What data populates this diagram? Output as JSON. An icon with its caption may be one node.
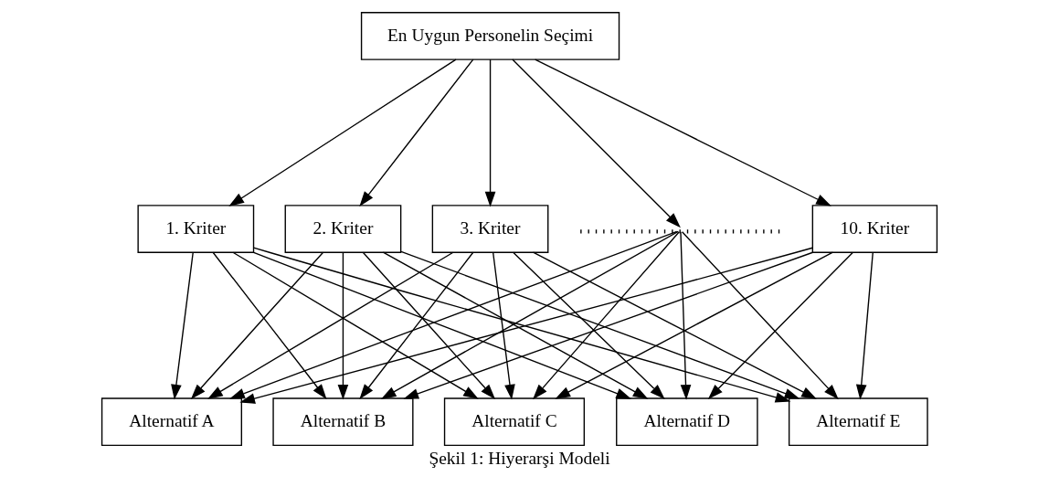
{
  "diagram": {
    "caption": "Şekil 1: Hiyerarşi Modeli",
    "nodes": [
      {
        "text": [
          "En Uygun Personelin Seçimi"
        ]
      },
      {
        "text": [
          "1. Kriter"
        ]
      },
      {
        "text": [
          "2. Kriter"
        ]
      },
      {
        "text": [
          "3. Kriter"
        ]
      },
      {
        "text": [],
        "shape": "line"
      },
      {
        "text": [
          "10. Kriter"
        ]
      },
      {
        "text": [
          "Alternatif A"
        ]
      },
      {
        "text": [
          "Alternatif B"
        ]
      },
      {
        "text": [
          "Alternatif C"
        ]
      },
      {
        "text": [
          "Alternatif D"
        ]
      },
      {
        "text": [
          "Alternatif E"
        ]
      }
    ],
    "edges": [
      {
        "from": 0,
        "to": 1,
        "arrow": "to"
      },
      {
        "from": 0,
        "to": 2,
        "arrow": "to"
      },
      {
        "from": 0,
        "to": 3,
        "arrow": "to"
      },
      {
        "from": 0,
        "to": 4,
        "arrow": "to"
      },
      {
        "from": 0,
        "to": 5,
        "arrow": "to"
      },
      {
        "from": 1,
        "to": 6,
        "arrow": "to"
      },
      {
        "from": 1,
        "to": 7,
        "arrow": "to"
      },
      {
        "from": 1,
        "to": 8,
        "arrow": "to"
      },
      {
        "from": 1,
        "to": 9,
        "arrow": "to"
      },
      {
        "from": 1,
        "to": 10,
        "arrow": "to"
      },
      {
        "from": 2,
        "to": 6,
        "arrow": "to"
      },
      {
        "from": 2,
        "to": 7,
        "arrow": "to"
      },
      {
        "from": 2,
        "to": 8,
        "arrow": "to"
      },
      {
        "from": 2,
        "to": 9,
        "arrow": "to"
      },
      {
        "from": 2,
        "to": 10,
        "arrow": "to"
      },
      {
        "from": 3,
        "to": 6,
        "arrow": "to"
      },
      {
        "from": 3,
        "to": 7,
        "arrow": "to"
      },
      {
        "from": 3,
        "to": 8,
        "arrow": "to"
      },
      {
        "from": 3,
        "to": 9,
        "arrow": "to"
      },
      {
        "from": 3,
        "to": 10,
        "arrow": "to"
      },
      {
        "from": 4,
        "to": 6,
        "arrow": "to"
      },
      {
        "from": 4,
        "to": 7,
        "arrow": "to"
      },
      {
        "from": 4,
        "to": 8,
        "arrow": "to"
      },
      {
        "from": 4,
        "to": 9,
        "arrow": "to"
      },
      {
        "from": 4,
        "to": 10,
        "arrow": "to"
      },
      {
        "from": 5,
        "to": 6,
        "arrow": "to"
      },
      {
        "from": 5,
        "to": 7,
        "arrow": "to"
      },
      {
        "from": 5,
        "to": 8,
        "arrow": "to"
      },
      {
        "from": 5,
        "to": 9,
        "arrow": "to"
      },
      {
        "from": 5,
        "to": 10,
        "arrow": "to"
      }
    ]
  }
}
